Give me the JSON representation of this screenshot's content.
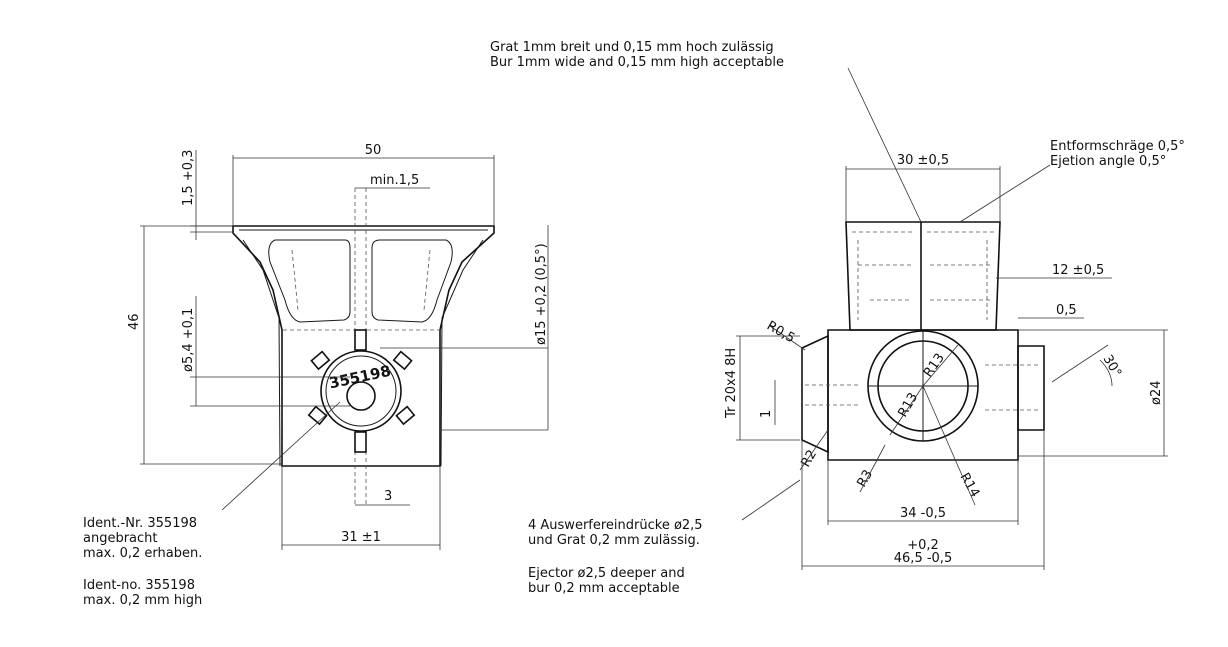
{
  "notes": {
    "burr_de": "Grat 1mm breit und 0,15 mm hoch zulässig",
    "burr_en": "Bur 1mm wide and 0,15 mm high acceptable",
    "draft_de": "Entformschräge 0,5°",
    "draft_en": "Ejetion angle 0,5°",
    "ident_de_1": "Ident.-Nr. 355198",
    "ident_de_2": "angebracht",
    "ident_de_3": "max. 0,2 erhaben.",
    "ident_en_1": "Ident-no. 355198",
    "ident_en_2": "max. 0,2 mm high",
    "ejector_de_1": "4 Auswerfereindrücke ø2,5",
    "ejector_de_2": "und Grat 0,2 mm zulässig.",
    "ejector_en_1": "Ejector ø2,5 deeper and",
    "ejector_en_2": "bur 0,2 mm acceptable"
  },
  "left_view": {
    "dims": {
      "width_top": "50",
      "min_wall": "min.1,5",
      "flange": "1,5 +0,3",
      "height": "46",
      "bore": "ø5,4 +0,1",
      "dia_15": "ø15 +0,2  (0,5°)",
      "slot": "3",
      "base": "31 ±1"
    },
    "stamp": "355198"
  },
  "right_view": {
    "dims": {
      "top_width": "30 ±0,5",
      "d12": "12 ±0,5",
      "d05": "0,5",
      "r05": "R0,5",
      "thread": "Tr 20x4  8H",
      "one": "1",
      "r2": "R2",
      "r3": "R3",
      "r13a": "R13",
      "r13b": "R13",
      "r14": "R14",
      "angle": "30°",
      "dia24": "ø24",
      "d34": "34 -0,5",
      "d465_upper": "+0,2",
      "d465_lower": "46,5 -0,5"
    }
  }
}
